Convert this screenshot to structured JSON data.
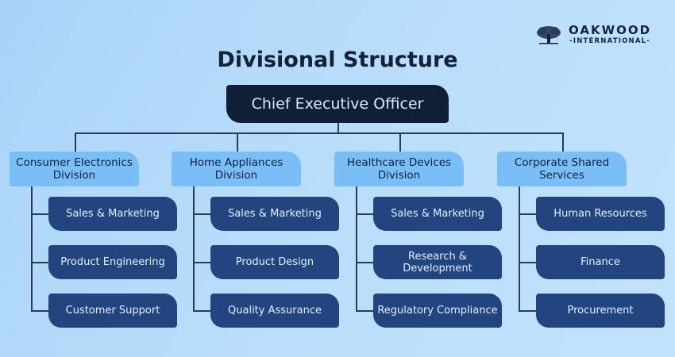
{
  "logo": {
    "name": "OAKWOOD",
    "subtitle": "-INTERNATIONAL-"
  },
  "title": "Divisional Structure",
  "ceo": "Chief Executive Officer",
  "colors": {
    "ceo": "#111f36",
    "division": "#79bef7",
    "unit": "#224580",
    "line": "#2b3a55"
  },
  "divisions": [
    {
      "name": "Consumer Electronics Division",
      "units": [
        "Sales & Marketing",
        "Product Engineering",
        "Customer Support"
      ]
    },
    {
      "name": "Home Appliances Division",
      "units": [
        "Sales & Marketing",
        "Product Design",
        "Quality Assurance"
      ]
    },
    {
      "name": "Healthcare Devices Division",
      "units": [
        "Sales & Marketing",
        "Research & Development",
        "Regulatory Compliance"
      ]
    },
    {
      "name": "Corporate Shared Services",
      "units": [
        "Human Resources",
        "Finance",
        "Procurement"
      ]
    }
  ]
}
